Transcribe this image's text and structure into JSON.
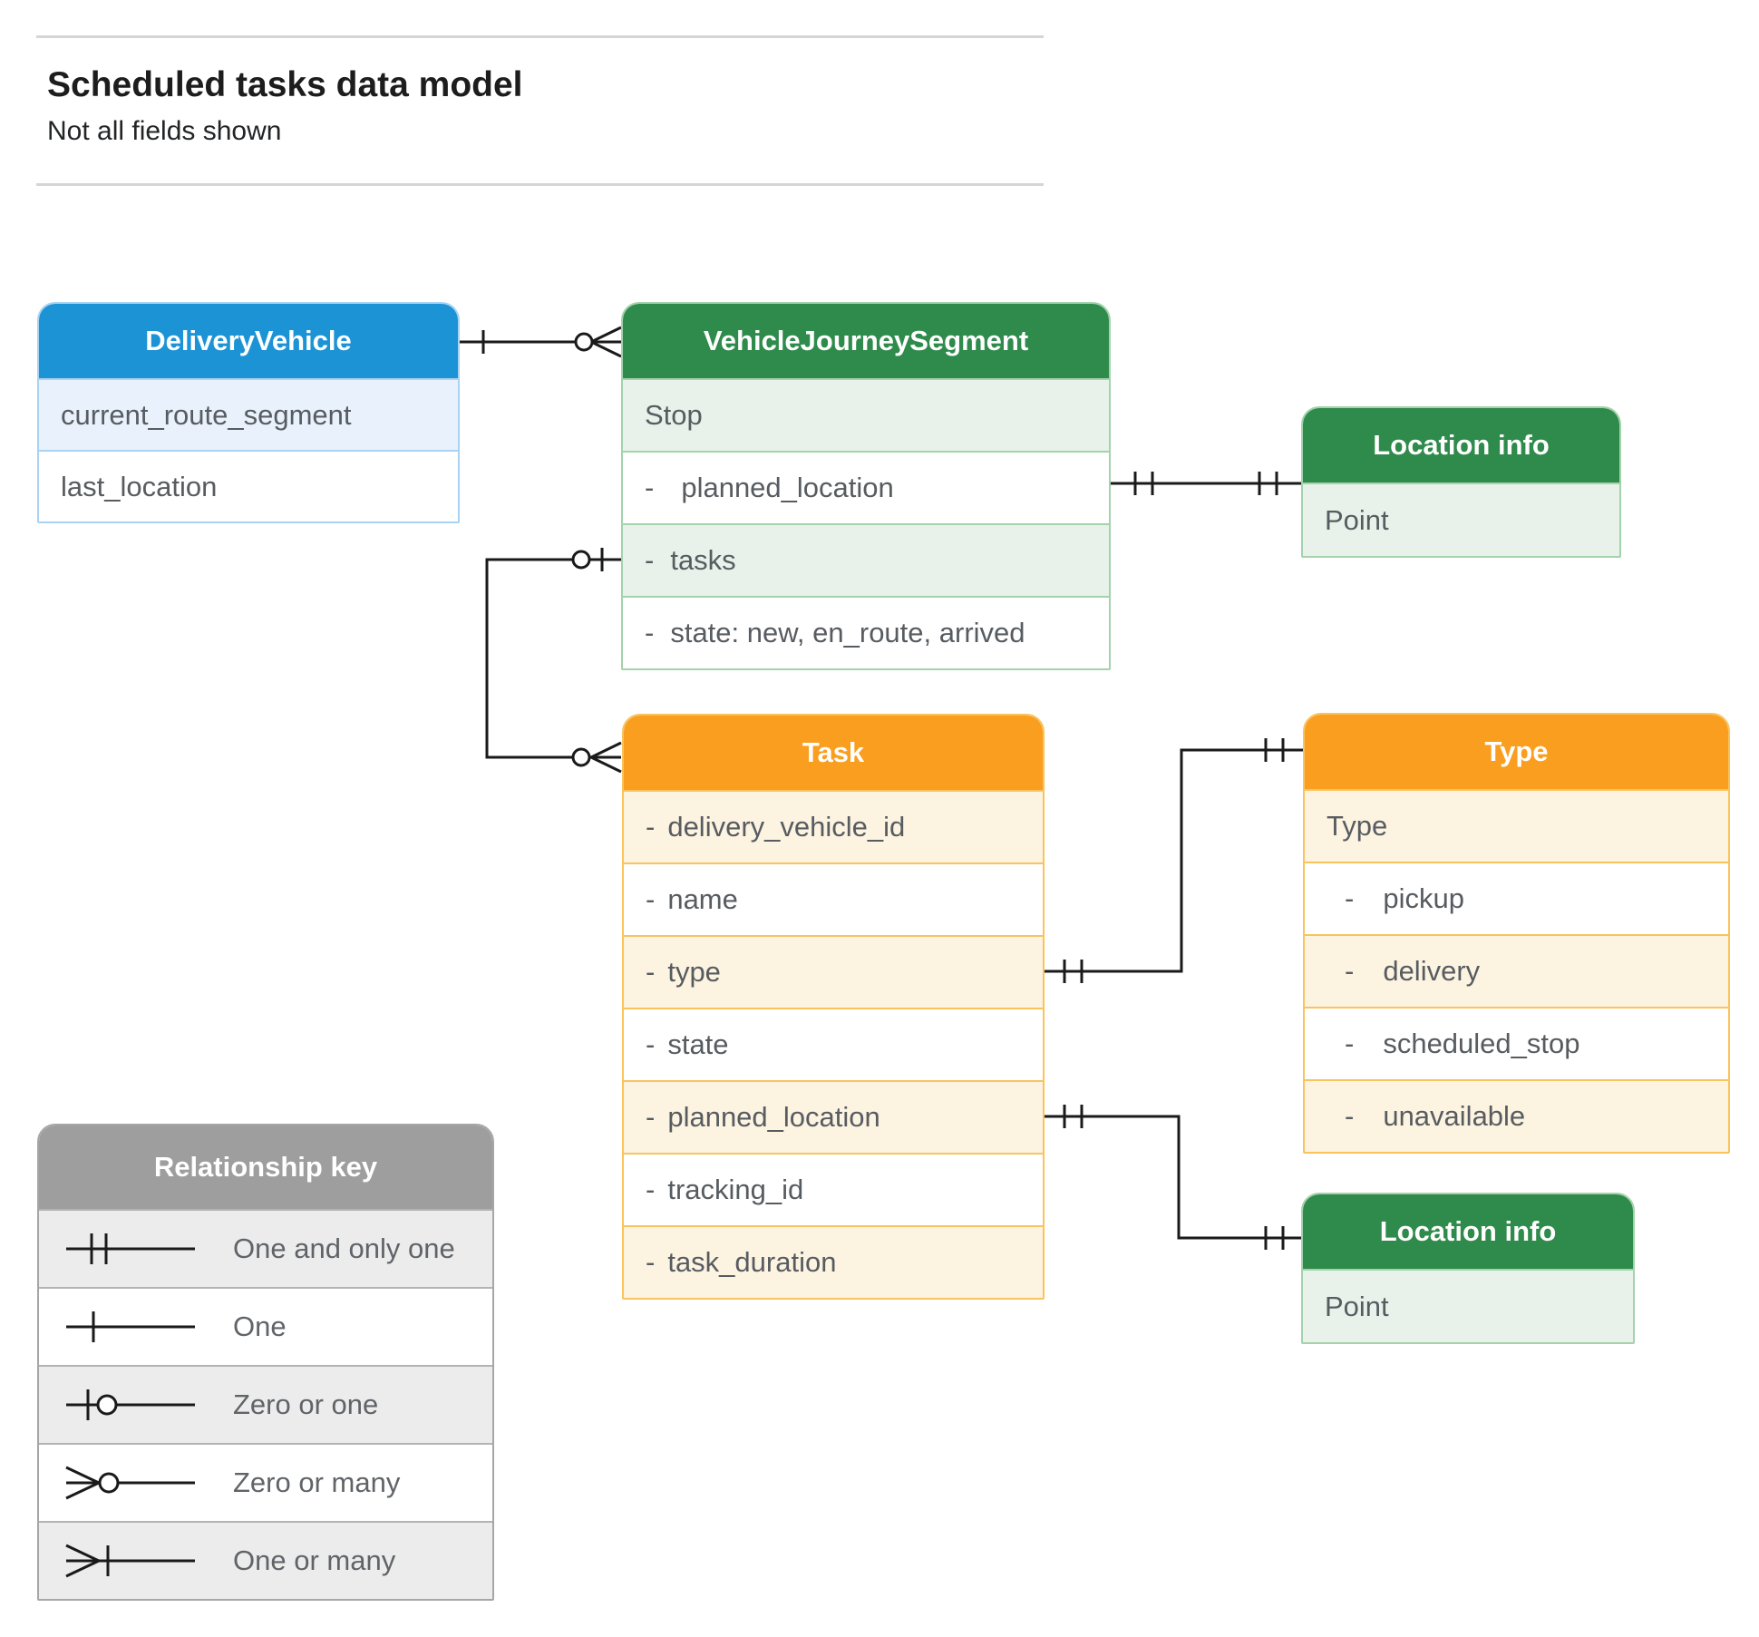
{
  "page": {
    "title": "Scheduled tasks data model",
    "subtitle": "Not all fields shown"
  },
  "entities": {
    "delivery_vehicle": {
      "title": "DeliveryVehicle",
      "rows": [
        {
          "dash": "",
          "label": "current_route_segment"
        },
        {
          "dash": "",
          "label": "last_location"
        }
      ]
    },
    "vehicle_journey_segment": {
      "title": "VehicleJourneySegment",
      "rows": [
        {
          "dash": "",
          "label": "Stop"
        },
        {
          "dash": "-",
          "label": "planned_location"
        },
        {
          "dash": "-",
          "label": "tasks"
        },
        {
          "dash": "-",
          "label": "state: new, en_route, arrived"
        }
      ]
    },
    "location_info_1": {
      "title": "Location info",
      "rows": [
        {
          "dash": "",
          "label": "Point"
        }
      ]
    },
    "task": {
      "title": "Task",
      "rows": [
        {
          "dash": "-",
          "label": "delivery_vehicle_id"
        },
        {
          "dash": "-",
          "label": "name"
        },
        {
          "dash": "-",
          "label": "type"
        },
        {
          "dash": "-",
          "label": "state"
        },
        {
          "dash": "-",
          "label": "planned_location"
        },
        {
          "dash": "-",
          "label": "tracking_id"
        },
        {
          "dash": "-",
          "label": "task_duration"
        }
      ]
    },
    "type": {
      "title": "Type",
      "rows": [
        {
          "dash": "",
          "label": "Type"
        },
        {
          "dash": "-",
          "label": "pickup"
        },
        {
          "dash": "-",
          "label": "delivery"
        },
        {
          "dash": "-",
          "label": "scheduled_stop"
        },
        {
          "dash": "-",
          "label": "unavailable"
        }
      ]
    },
    "location_info_2": {
      "title": "Location info",
      "rows": [
        {
          "dash": "",
          "label": "Point"
        }
      ]
    }
  },
  "relationships": [
    {
      "from": "DeliveryVehicle",
      "to": "VehicleJourneySegment",
      "from_cardinality": "one",
      "to_cardinality": "zero-or-many"
    },
    {
      "from": "VehicleJourneySegment.planned_location",
      "to": "Location info",
      "from_cardinality": "one-and-only-one",
      "to_cardinality": "one-and-only-one"
    },
    {
      "from": "VehicleJourneySegment.tasks",
      "to": "Task",
      "from_cardinality": "zero-or-one",
      "to_cardinality": "zero-or-many"
    },
    {
      "from": "Task.type",
      "to": "Type",
      "from_cardinality": "one-and-only-one",
      "to_cardinality": "one-and-only-one"
    },
    {
      "from": "Task.planned_location",
      "to": "Location info",
      "from_cardinality": "one-and-only-one",
      "to_cardinality": "one-and-only-one"
    }
  ],
  "legend": {
    "title": "Relationship key",
    "items": [
      {
        "symbol": "one-and-only-one",
        "label": "One and only one"
      },
      {
        "symbol": "one",
        "label": "One"
      },
      {
        "symbol": "zero-or-one",
        "label": "Zero or one"
      },
      {
        "symbol": "zero-or-many",
        "label": "Zero or many"
      },
      {
        "symbol": "one-or-many",
        "label": "One or many"
      }
    ]
  },
  "colors": {
    "blue_header": "#1c93d5",
    "blue_tint": "#e9f2fc",
    "green_header": "#2f8b4b",
    "green_tint": "#e9f2ea",
    "orange_header": "#f99e1f",
    "orange_tint": "#fdf3e1",
    "gray_header": "#9e9e9e",
    "gray_tint": "#ececec",
    "line": "#1a1a1a"
  }
}
